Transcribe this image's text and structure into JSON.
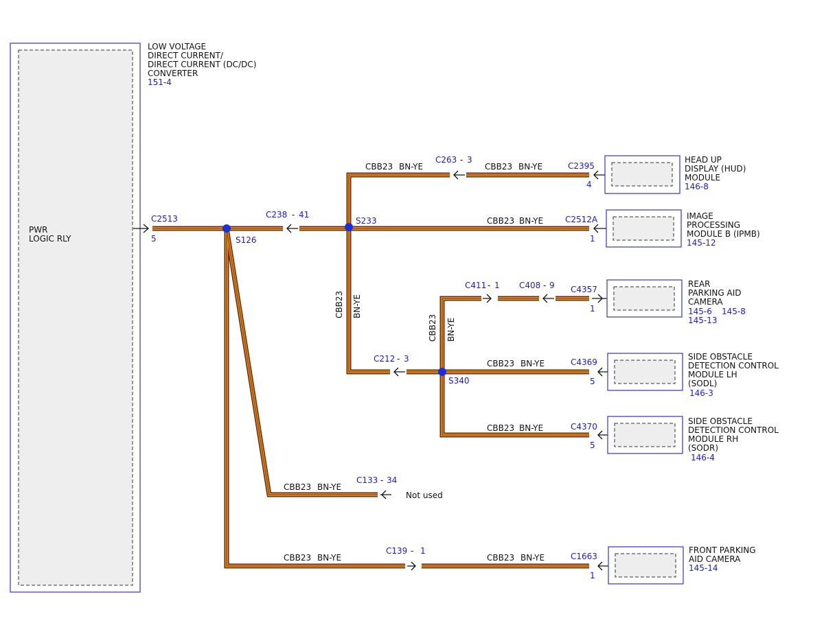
{
  "converter": {
    "title_lines": [
      "LOW VOLTAGE",
      "DIRECT CURRENT/",
      "DIRECT CURRENT (DC/DC)",
      "CONVERTER"
    ],
    "page_ref": "151-4",
    "internal_lines": [
      "PWR",
      "LOGIC RLY"
    ],
    "connector": "C2513",
    "pin": "5"
  },
  "circuit": {
    "code": "CBB23",
    "color": "BN-YE"
  },
  "splices": {
    "s126": "S126",
    "s233": "S233",
    "s340": "S340"
  },
  "inline_connectors": {
    "c238": {
      "name": "C238",
      "pin": "41"
    },
    "c263": {
      "name": "C263",
      "pin": "3"
    },
    "c212": {
      "name": "C212",
      "pin": "3"
    },
    "c411": {
      "name": "C411",
      "pin": "1"
    },
    "c408": {
      "name": "C408",
      "pin": "9"
    },
    "c133": {
      "name": "C133",
      "pin": "34"
    },
    "c139": {
      "name": "C139",
      "pin": "1"
    }
  },
  "not_used": "Not used",
  "modules": {
    "hud": {
      "title_lines": [
        "HEAD UP",
        "DISPLAY (HUD)",
        "MODULE"
      ],
      "refs": [
        "146-8"
      ],
      "connector": "C2395",
      "pin": "4"
    },
    "ipmb": {
      "title_lines": [
        "IMAGE",
        "PROCESSING",
        "MODULE B (IPMB)"
      ],
      "refs": [
        "145-12"
      ],
      "connector": "C2512A",
      "pin": "1"
    },
    "rear_cam": {
      "title_lines": [
        "REAR",
        "PARKING AID",
        "CAMERA"
      ],
      "refs": [
        "145-6",
        "145-8",
        "145-13"
      ],
      "connector": "C4357",
      "pin": "1"
    },
    "sodl": {
      "title_lines": [
        "SIDE OBSTACLE",
        "DETECTION CONTROL",
        "MODULE LH",
        "(SODL)"
      ],
      "refs": [
        "146-3"
      ],
      "connector": "C4369",
      "pin": "5"
    },
    "sodr": {
      "title_lines": [
        "SIDE OBSTACLE",
        "DETECTION CONTROL",
        "MODULE RH",
        "(SODR)"
      ],
      "refs": [
        "146-4"
      ],
      "connector": "C4370",
      "pin": "5"
    },
    "front_cam": {
      "title_lines": [
        "FRONT PARKING",
        "AID CAMERA"
      ],
      "refs": [
        "145-14"
      ],
      "connector": "C1663",
      "pin": "1"
    }
  }
}
